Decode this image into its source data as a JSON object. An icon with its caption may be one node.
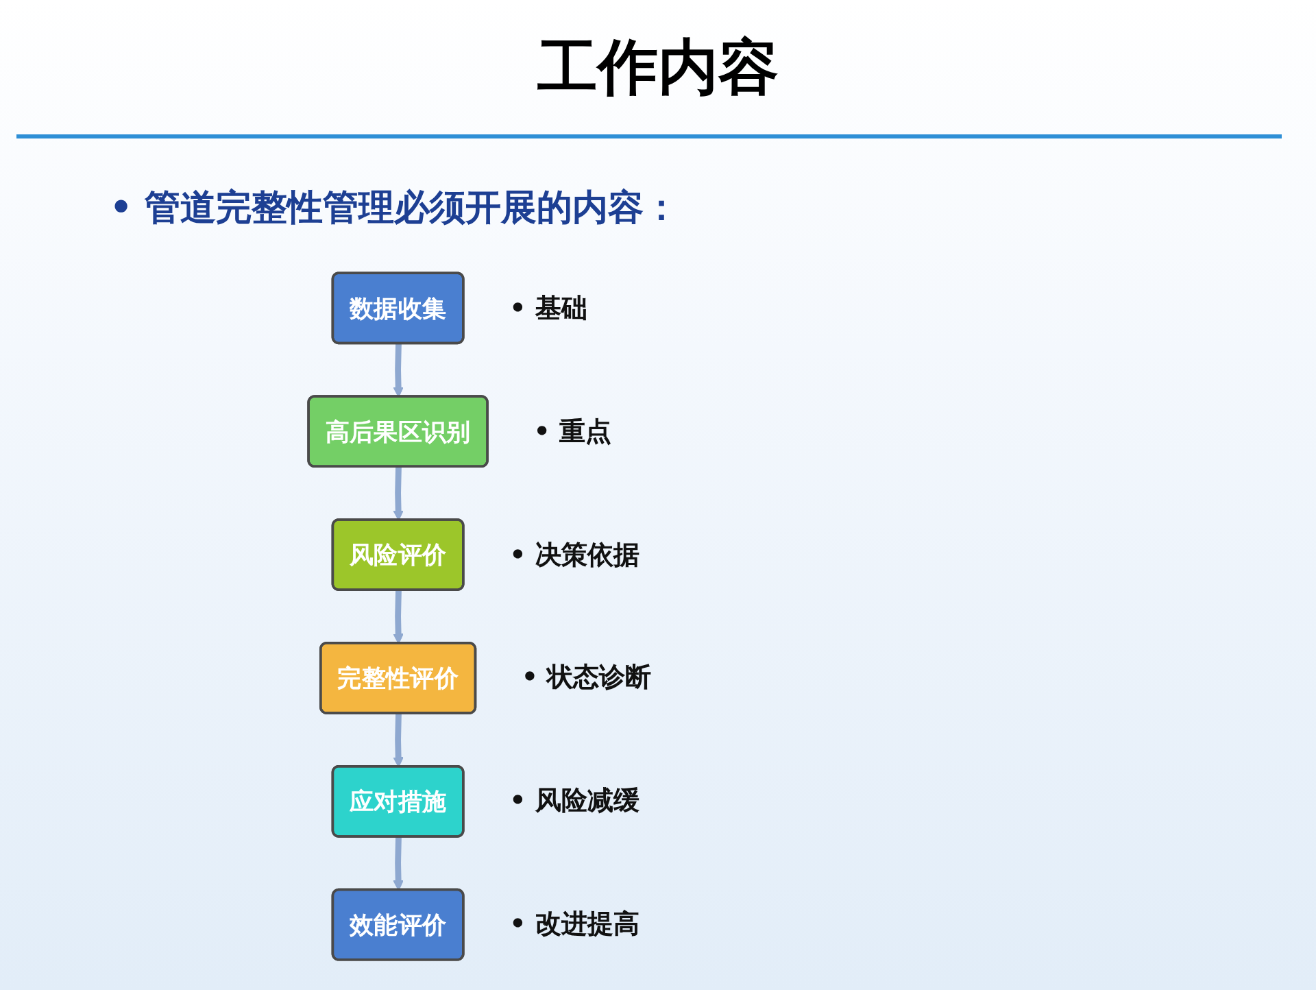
{
  "diagram": {
    "title": "工作内容",
    "nodes": [
      {
        "text": [
          "数据收集"
        ],
        "beside": [
          "• 基础"
        ]
      },
      {
        "text": [
          "高后果区识别"
        ],
        "beside": [
          "• 重点"
        ]
      },
      {
        "text": [
          "风险评价"
        ],
        "beside": [
          "• 决策依据"
        ]
      },
      {
        "text": [
          "完整性评价"
        ],
        "beside": [
          "• 状态诊断"
        ]
      },
      {
        "text": [
          "应对措施"
        ],
        "beside": [
          "• 风险减缓"
        ]
      },
      {
        "text": [
          "效能评价"
        ],
        "beside": [
          "• 改进提高"
        ]
      }
    ],
    "edges": [
      {
        "from": 0,
        "to": 1,
        "arrow": "to"
      },
      {
        "from": 1,
        "to": 2,
        "arrow": "to"
      },
      {
        "from": 2,
        "to": 3,
        "arrow": "to"
      },
      {
        "from": 3,
        "to": 4,
        "arrow": "to"
      },
      {
        "from": 4,
        "to": 5,
        "arrow": "to"
      }
    ],
    "labels": [
      "• 管道完整性管理必须开展的内容："
    ]
  }
}
